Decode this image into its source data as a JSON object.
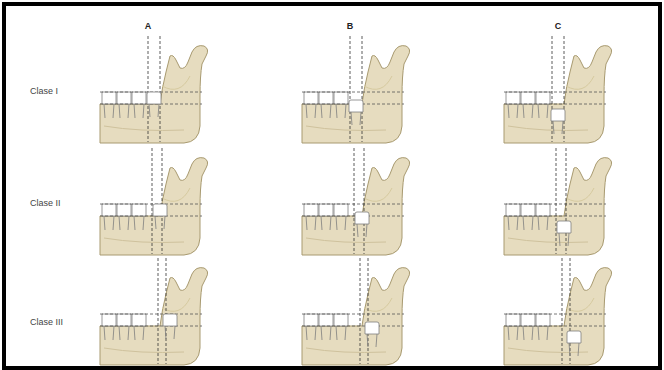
{
  "diagram": {
    "labels": [
      "A",
      "B",
      "C",
      "Clase I",
      "Clase II",
      "Clase III"
    ]
  }
}
